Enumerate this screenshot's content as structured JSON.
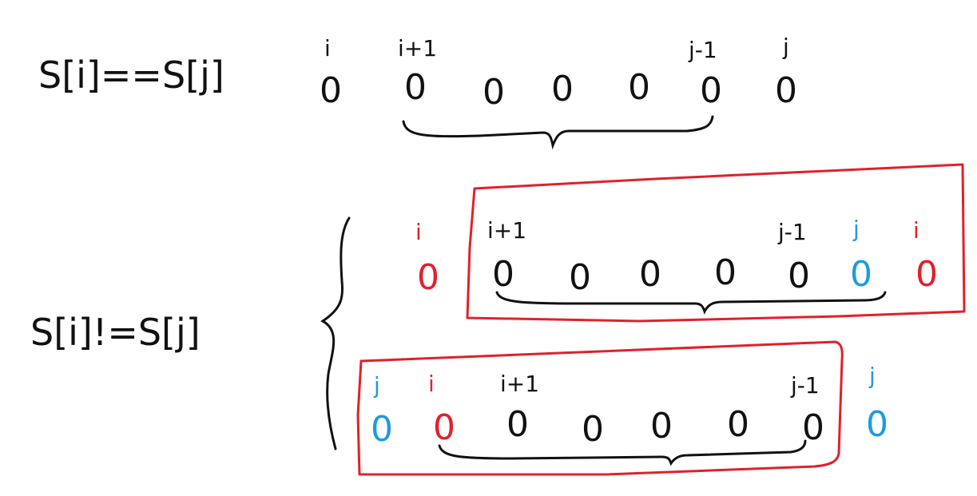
{
  "colors": {
    "ink": "#111111",
    "red": "#e0212b",
    "blue": "#1e9be0"
  },
  "case_equal": {
    "condition": "S[i]==S[j]",
    "labels": [
      "i",
      "i+1",
      "j-1",
      "j"
    ],
    "cells": [
      "0",
      "0",
      "0",
      "0",
      "0",
      "0",
      "0"
    ]
  },
  "case_not_equal": {
    "condition": "S[i]!=S[j]",
    "top_row": {
      "labels": [
        "i",
        "i+1",
        "j-1",
        "j",
        "i"
      ],
      "cells": [
        "0",
        "0",
        "0",
        "0",
        "0",
        "0",
        "0",
        "0"
      ]
    },
    "bottom_row": {
      "labels": [
        "j",
        "i",
        "i+1",
        "j-1",
        "j"
      ],
      "cells": [
        "0",
        "0",
        "0",
        "0",
        "0",
        "0",
        "0",
        "0"
      ]
    }
  }
}
